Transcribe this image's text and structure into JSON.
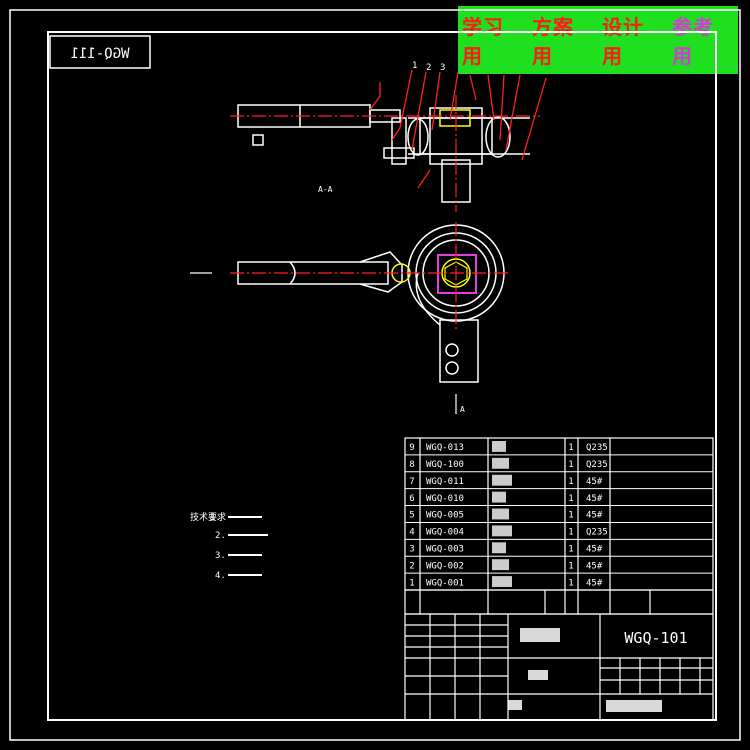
{
  "banner": {
    "items": [
      "学习用",
      "方案用",
      "设计用",
      "参考用"
    ],
    "colors": [
      "#ff1a1a",
      "#ff1a1a",
      "#ff1a1a",
      "#d040d0"
    ],
    "background": "#1fe01f"
  },
  "drawing": {
    "mirrored_code": "WGQ-111",
    "title_code": "WGQ-101",
    "view_label_top": "A-A",
    "view_label_side": "A",
    "leader_numbers": [
      "1",
      "2",
      "3"
    ]
  },
  "parts_list": {
    "rows": [
      {
        "no": "9",
        "code": "WGQ-013",
        "qty": "1",
        "material": "Q235"
      },
      {
        "no": "8",
        "code": "WGQ-100",
        "qty": "1",
        "material": "Q235"
      },
      {
        "no": "7",
        "code": "WGQ-011",
        "qty": "1",
        "material": "45#"
      },
      {
        "no": "6",
        "code": "WGQ-010",
        "qty": "1",
        "material": "45#"
      },
      {
        "no": "5",
        "code": "WGQ-005",
        "qty": "1",
        "material": "45#"
      },
      {
        "no": "4",
        "code": "WGQ-004",
        "qty": "1",
        "material": "Q235"
      },
      {
        "no": "3",
        "code": "WGQ-003",
        "qty": "1",
        "material": "45#"
      },
      {
        "no": "2",
        "code": "WGQ-002",
        "qty": "1",
        "material": "45#"
      },
      {
        "no": "1",
        "code": "WGQ-001",
        "qty": "1",
        "material": "45#"
      }
    ]
  },
  "notes": [
    "技术要求",
    "1.",
    "2.",
    "3.",
    "4."
  ],
  "colors": {
    "line": "#ffffff",
    "center": "#ff2020",
    "leader": "#ff2020",
    "accent": "#ffff00",
    "highlight": "#e040e0"
  }
}
